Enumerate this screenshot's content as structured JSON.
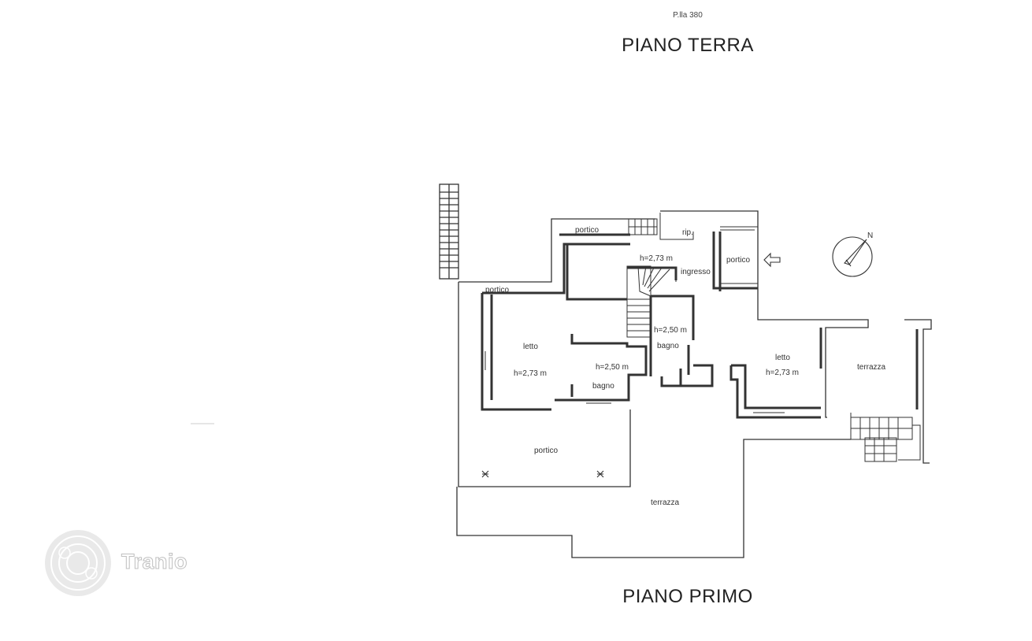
{
  "sheet_ref": "P.lla 380",
  "title_top": "PIANO TERRA",
  "title_bottom": "PIANO PRIMO",
  "compass": {
    "label": "N"
  },
  "rooms": {
    "portico_north": "portico",
    "rip": "rip.",
    "portico_entry": "portico",
    "h_ingresso": "h=2,73 m",
    "ingresso": "ingresso",
    "portico_west": "portico",
    "letto_left": "letto",
    "h_letto_left": "h=2,73 m",
    "h_bagno_mid": "h=2,50 m",
    "bagno_mid": "bagno",
    "h_bagno_right": "h=2,50 m",
    "bagno_right": "bagno",
    "letto_right": "letto",
    "h_letto_right": "h=2,73 m",
    "terrazza_east": "terrazza",
    "portico_south": "portico",
    "terrazza_south": "terrazza"
  },
  "watermark": {
    "text": "Tranio"
  }
}
